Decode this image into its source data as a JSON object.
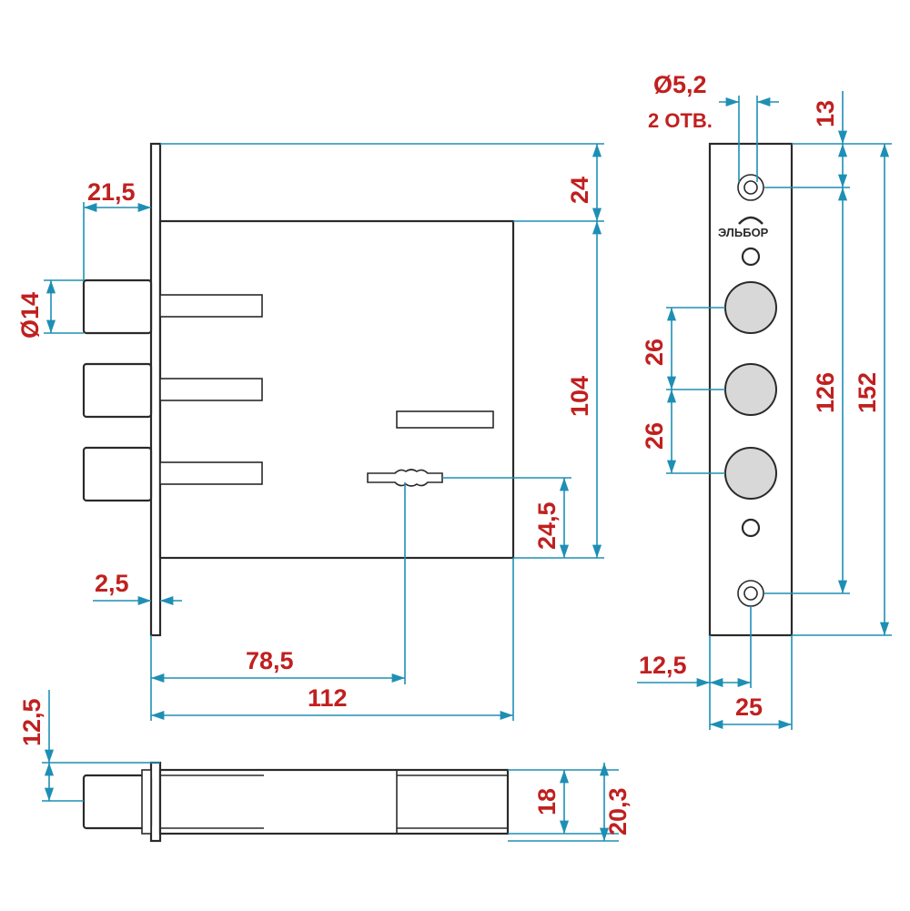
{
  "labels": {
    "hole_diameter": "Ø5,2",
    "hole_count": "2 ОТВ.",
    "top_offset": "13",
    "front_width": "21,5",
    "top_gap": "24",
    "bolt_diameter": "Ø14",
    "body_height": "104",
    "key_height": "24,5",
    "plate_thickness": "2,5",
    "key_offset": "78,5",
    "body_width": "112",
    "bolt_spacing_1": "26",
    "bolt_spacing_2": "26",
    "hole_spacing": "126",
    "plate_height": "152",
    "plate_half_width": "12,5",
    "plate_width": "25",
    "bottom_offset": "12,5",
    "body_depth": "18",
    "case_depth": "20,3"
  },
  "brand": "ЭЛЬБОР",
  "colors": {
    "lines": "#2a2a2a",
    "dimensions": "#1e8fb4",
    "labels": "#c0201f"
  }
}
